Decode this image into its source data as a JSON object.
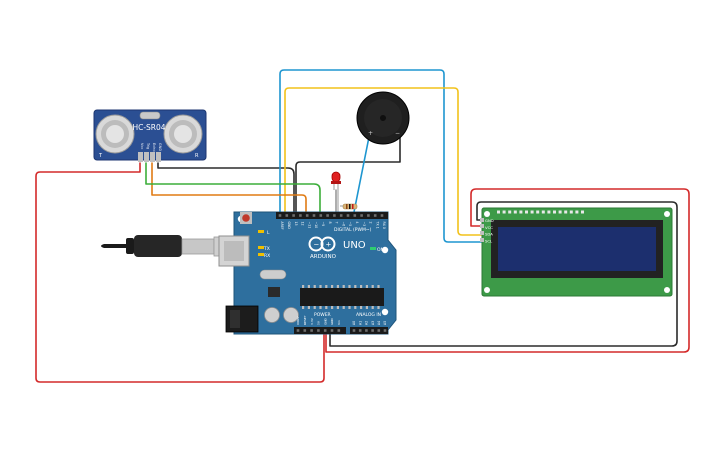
{
  "sensor": {
    "model": "HC-SR04",
    "pins": [
      "Vcc",
      "Trig",
      "Echo",
      "GND"
    ],
    "side_marks": [
      "T",
      "R"
    ]
  },
  "arduino": {
    "brand": "ARDUINO",
    "model": "UNO",
    "digital_label": "DIGITAL (PWM~)",
    "power_label": "POWER",
    "analog_label": "ANALOG IN",
    "led_labels": [
      "L",
      "TX",
      "RX",
      "ON"
    ],
    "top_pins": [
      "AREF",
      "GND",
      "13",
      "12",
      "~11",
      "~10",
      "~9",
      "8",
      "7",
      "~6",
      "~5",
      "4",
      "~3",
      "2",
      "TX 1",
      "RX 0"
    ],
    "power_pins": [
      "IOREF",
      "RESET",
      "3.3V",
      "5V",
      "GND",
      "GND",
      "Vin"
    ],
    "analog_pins": [
      "A0",
      "A1",
      "A2",
      "A3",
      "A4",
      "A5"
    ]
  },
  "lcd": {
    "pins": [
      "GND",
      "VCC",
      "SDA",
      "SCL"
    ]
  },
  "buzzer": {
    "polarity": [
      "+",
      "−"
    ]
  },
  "colors": {
    "red_wire": "#d42a2a",
    "black_wire": "#2b2b2b",
    "blue_wire": "#1e96d0",
    "yellow_wire": "#f2c21a",
    "orange_wire": "#e07b14",
    "green_wire": "#3cae3a",
    "board": "#2e6f9e",
    "lcd_pcb": "#3d9a48",
    "lcd_screen": "#1c2f6e"
  }
}
